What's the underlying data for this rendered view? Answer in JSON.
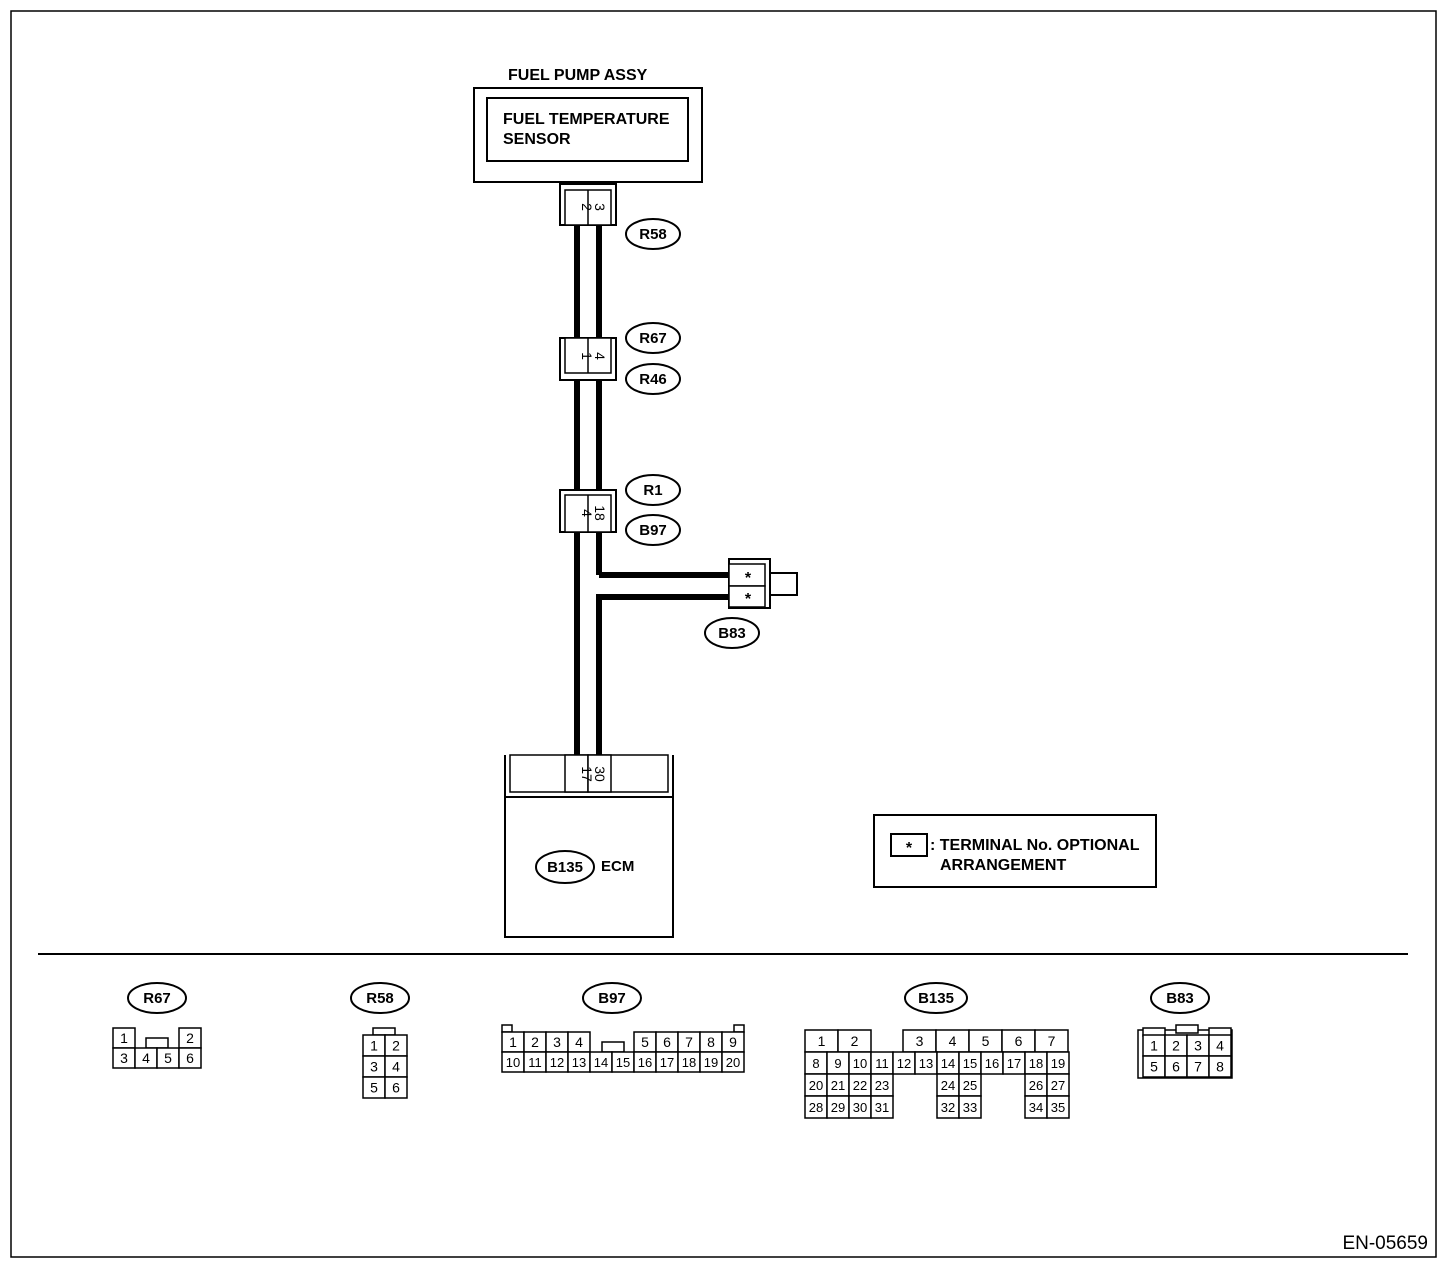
{
  "fuel_pump": {
    "assy_label": "FUEL PUMP ASSY",
    "sensor_line1": "FUEL TEMPERATURE",
    "sensor_line2": "SENSOR"
  },
  "connectors_on_wire": {
    "r58": {
      "name": "R58",
      "left_pin": "2",
      "right_pin": "3"
    },
    "r67_r46": {
      "name_top": "R67",
      "name_bottom": "R46",
      "left_pin": "1",
      "right_pin": "4"
    },
    "r1_b97": {
      "name_top": "R1",
      "name_bottom": "B97",
      "left_pin": "4",
      "right_pin": "18"
    },
    "b83": {
      "name": "B83",
      "pin_top": "*",
      "pin_bottom": "*"
    }
  },
  "ecm": {
    "connector": "B135",
    "label": "ECM",
    "left_pin": "17",
    "right_pin": "30"
  },
  "legend": {
    "symbol": "*",
    "line1": ": TERMINAL No. OPTIONAL",
    "line2": "ARRANGEMENT"
  },
  "connector_faces": {
    "r67": {
      "name": "R67",
      "row1": [
        "1",
        "2"
      ],
      "row2": [
        "3",
        "4",
        "5",
        "6"
      ]
    },
    "r58": {
      "name": "R58",
      "rows": [
        [
          "1",
          "2"
        ],
        [
          "3",
          "4"
        ],
        [
          "5",
          "6"
        ]
      ]
    },
    "b97": {
      "name": "B97",
      "row1": [
        "1",
        "2",
        "3",
        "4",
        "5",
        "6",
        "7",
        "8",
        "9"
      ],
      "row2": [
        "10",
        "11",
        "12",
        "13",
        "14",
        "15",
        "16",
        "17",
        "18",
        "19",
        "20"
      ]
    },
    "b135": {
      "name": "B135",
      "row1": [
        "1",
        "2",
        "3",
        "4",
        "5",
        "6",
        "7"
      ],
      "row2": [
        "8",
        "9",
        "10",
        "11",
        "12",
        "13",
        "14",
        "15",
        "16",
        "17",
        "18",
        "19"
      ],
      "row3": [
        "20",
        "21",
        "22",
        "23",
        "24",
        "25",
        "26",
        "27"
      ],
      "row4": [
        "28",
        "29",
        "30",
        "31",
        "32",
        "33",
        "34",
        "35"
      ]
    },
    "b83": {
      "name": "B83",
      "row1": [
        "1",
        "2",
        "3",
        "4"
      ],
      "row2": [
        "5",
        "6",
        "7",
        "8"
      ]
    }
  },
  "doc_id": "EN-05659"
}
